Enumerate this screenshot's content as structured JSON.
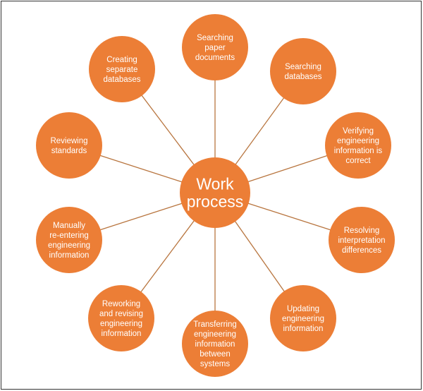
{
  "diagram": {
    "center": {
      "lines": [
        "Work",
        "process"
      ]
    },
    "nodes": [
      {
        "id": "searching-paper-documents",
        "lines": [
          "Searching",
          "paper",
          "documents"
        ]
      },
      {
        "id": "searching-databases",
        "lines": [
          "Searching",
          "databases"
        ]
      },
      {
        "id": "verifying-engineering-information",
        "lines": [
          "Verifying",
          "engineering",
          "information is",
          "correct"
        ]
      },
      {
        "id": "resolving-interpretation-differences",
        "lines": [
          "Resolving",
          "interpretation",
          "differences"
        ]
      },
      {
        "id": "updating-engineering-information",
        "lines": [
          "Updating",
          "engineering",
          "information"
        ]
      },
      {
        "id": "transferring-engineering-information",
        "lines": [
          "Transferring",
          "engineering",
          "information",
          "between",
          "systems"
        ]
      },
      {
        "id": "reworking-and-revising",
        "lines": [
          "Reworking",
          "and revising",
          "engineering",
          "information"
        ]
      },
      {
        "id": "manually-re-entering",
        "lines": [
          "Manually",
          "re-entering",
          "engineering",
          "information"
        ]
      },
      {
        "id": "reviewing-standards",
        "lines": [
          "Reviewing",
          "standards"
        ]
      },
      {
        "id": "creating-separate-databases",
        "lines": [
          "Creating",
          "separate",
          "databases"
        ]
      }
    ],
    "colors": {
      "node_fill": "#ec7e36",
      "spoke": "#b8753f",
      "text": "#ffffff",
      "frame": "#333333"
    }
  }
}
